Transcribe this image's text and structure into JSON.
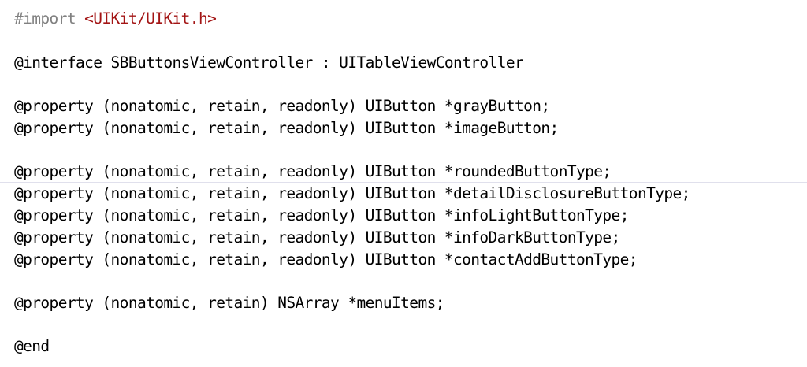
{
  "editor": {
    "lines": [
      {
        "keyword": "#import",
        "space": " ",
        "path": "<UIKit/UIKit.h>"
      },
      {
        "text": "@interface SBButtonsViewController : UITableViewController"
      },
      {
        "text": "@property (nonatomic, retain, readonly) UIButton *grayButton;"
      },
      {
        "text": "@property (nonatomic, retain, readonly) UIButton *imageButton;"
      },
      {
        "before_caret": "@property (nonatomic, re",
        "after_caret": "tain, readonly) UIButton *roundedButtonType;"
      },
      {
        "text": "@property (nonatomic, retain, readonly) UIButton *detailDisclosureButtonType;"
      },
      {
        "text": "@property (nonatomic, retain, readonly) UIButton *infoLightButtonType;"
      },
      {
        "text": "@property (nonatomic, retain, readonly) UIButton *infoDarkButtonType;"
      },
      {
        "text": "@property (nonatomic, retain, readonly) UIButton *contactAddButtonType;"
      },
      {
        "text": "@property (nonatomic, retain) NSArray *menuItems;"
      },
      {
        "text": "@end"
      }
    ]
  },
  "colors": {
    "background": "#ffffff",
    "text": "#000000",
    "preprocessor": "#808080",
    "string_literal": "#a31515",
    "current_line_border": "#e0e0ec"
  }
}
